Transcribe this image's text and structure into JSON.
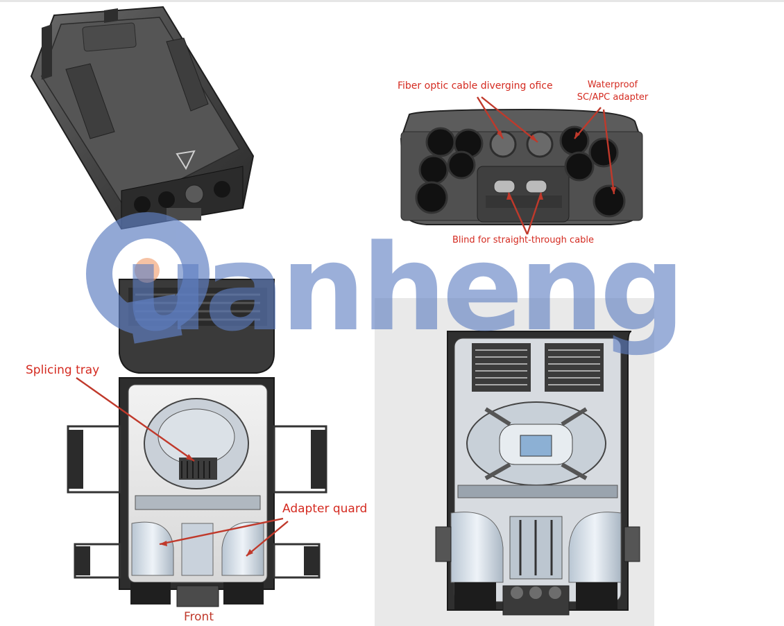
{
  "watermark": {
    "brand_text": "uanheng",
    "brand_color": "#5f7fc2",
    "dot_color": "#f2a67a"
  },
  "labels": {
    "fiber_optic": "Fiber optic cable diverging ofice",
    "waterproof_line1": "Waterproof",
    "waterproof_line2": "SC/APC adapter",
    "blind": "Blind for straight-through cable",
    "splicing_tray": "Splicing tray",
    "adapter_guard": "Adapter quard",
    "front": "Front"
  },
  "colors": {
    "annotation": "#d42a20",
    "product": "#3b3b3b",
    "panel_bg": "#e9e9e9"
  }
}
